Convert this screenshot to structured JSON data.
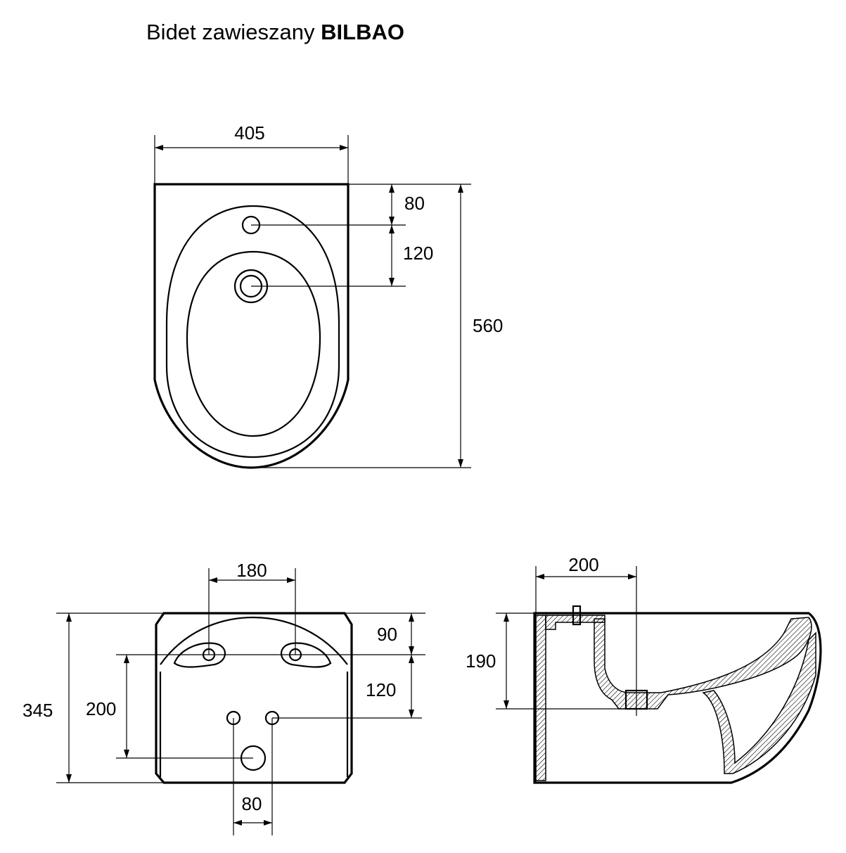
{
  "title": {
    "prefix": "Bidet zawieszany",
    "model": "BILBAO"
  },
  "top_view": {
    "width": "405",
    "tap_hole_offset": "80",
    "drain_offset": "120",
    "depth": "560"
  },
  "rear_view": {
    "bolt_spacing": "180",
    "bolt_height": "90",
    "inlet_offset": "120",
    "height": "345",
    "drain_height": "200",
    "inlet_spacing": "80"
  },
  "side_view": {
    "drain_distance": "200",
    "drain_height": "190"
  }
}
